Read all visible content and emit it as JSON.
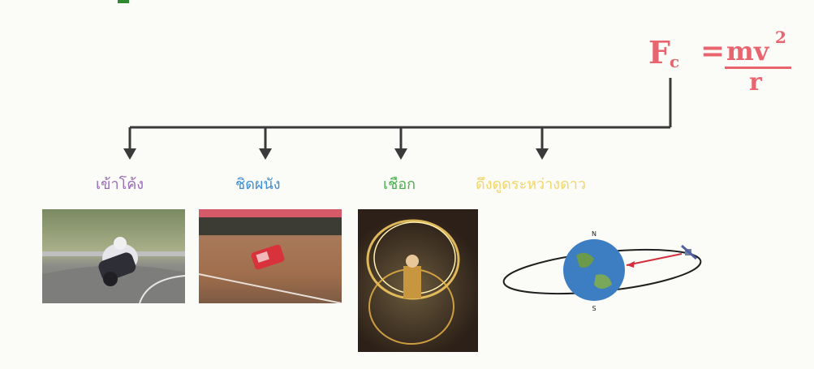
{
  "formula": {
    "F": "F",
    "subscript": "c",
    "equals": "=",
    "numerator": "mv",
    "superscript": "2",
    "denominator": "r"
  },
  "branches": [
    {
      "label": "เข้าโค้ง",
      "color": "#9a6ab8",
      "photo": "motorcycle-cornering"
    },
    {
      "label": "ชิดผนัง",
      "color": "#3c8ed6",
      "photo": "car-on-wall-of-death"
    },
    {
      "label": "เชือก",
      "color": "#4caf50",
      "photo": "spinning-rope-light"
    },
    {
      "label": "ดึงดูดระหว่างดาว",
      "color": "#f0d66a",
      "photo": "satellite-orbit-earth"
    }
  ],
  "earth_poles": {
    "north": "N",
    "south": "S"
  }
}
